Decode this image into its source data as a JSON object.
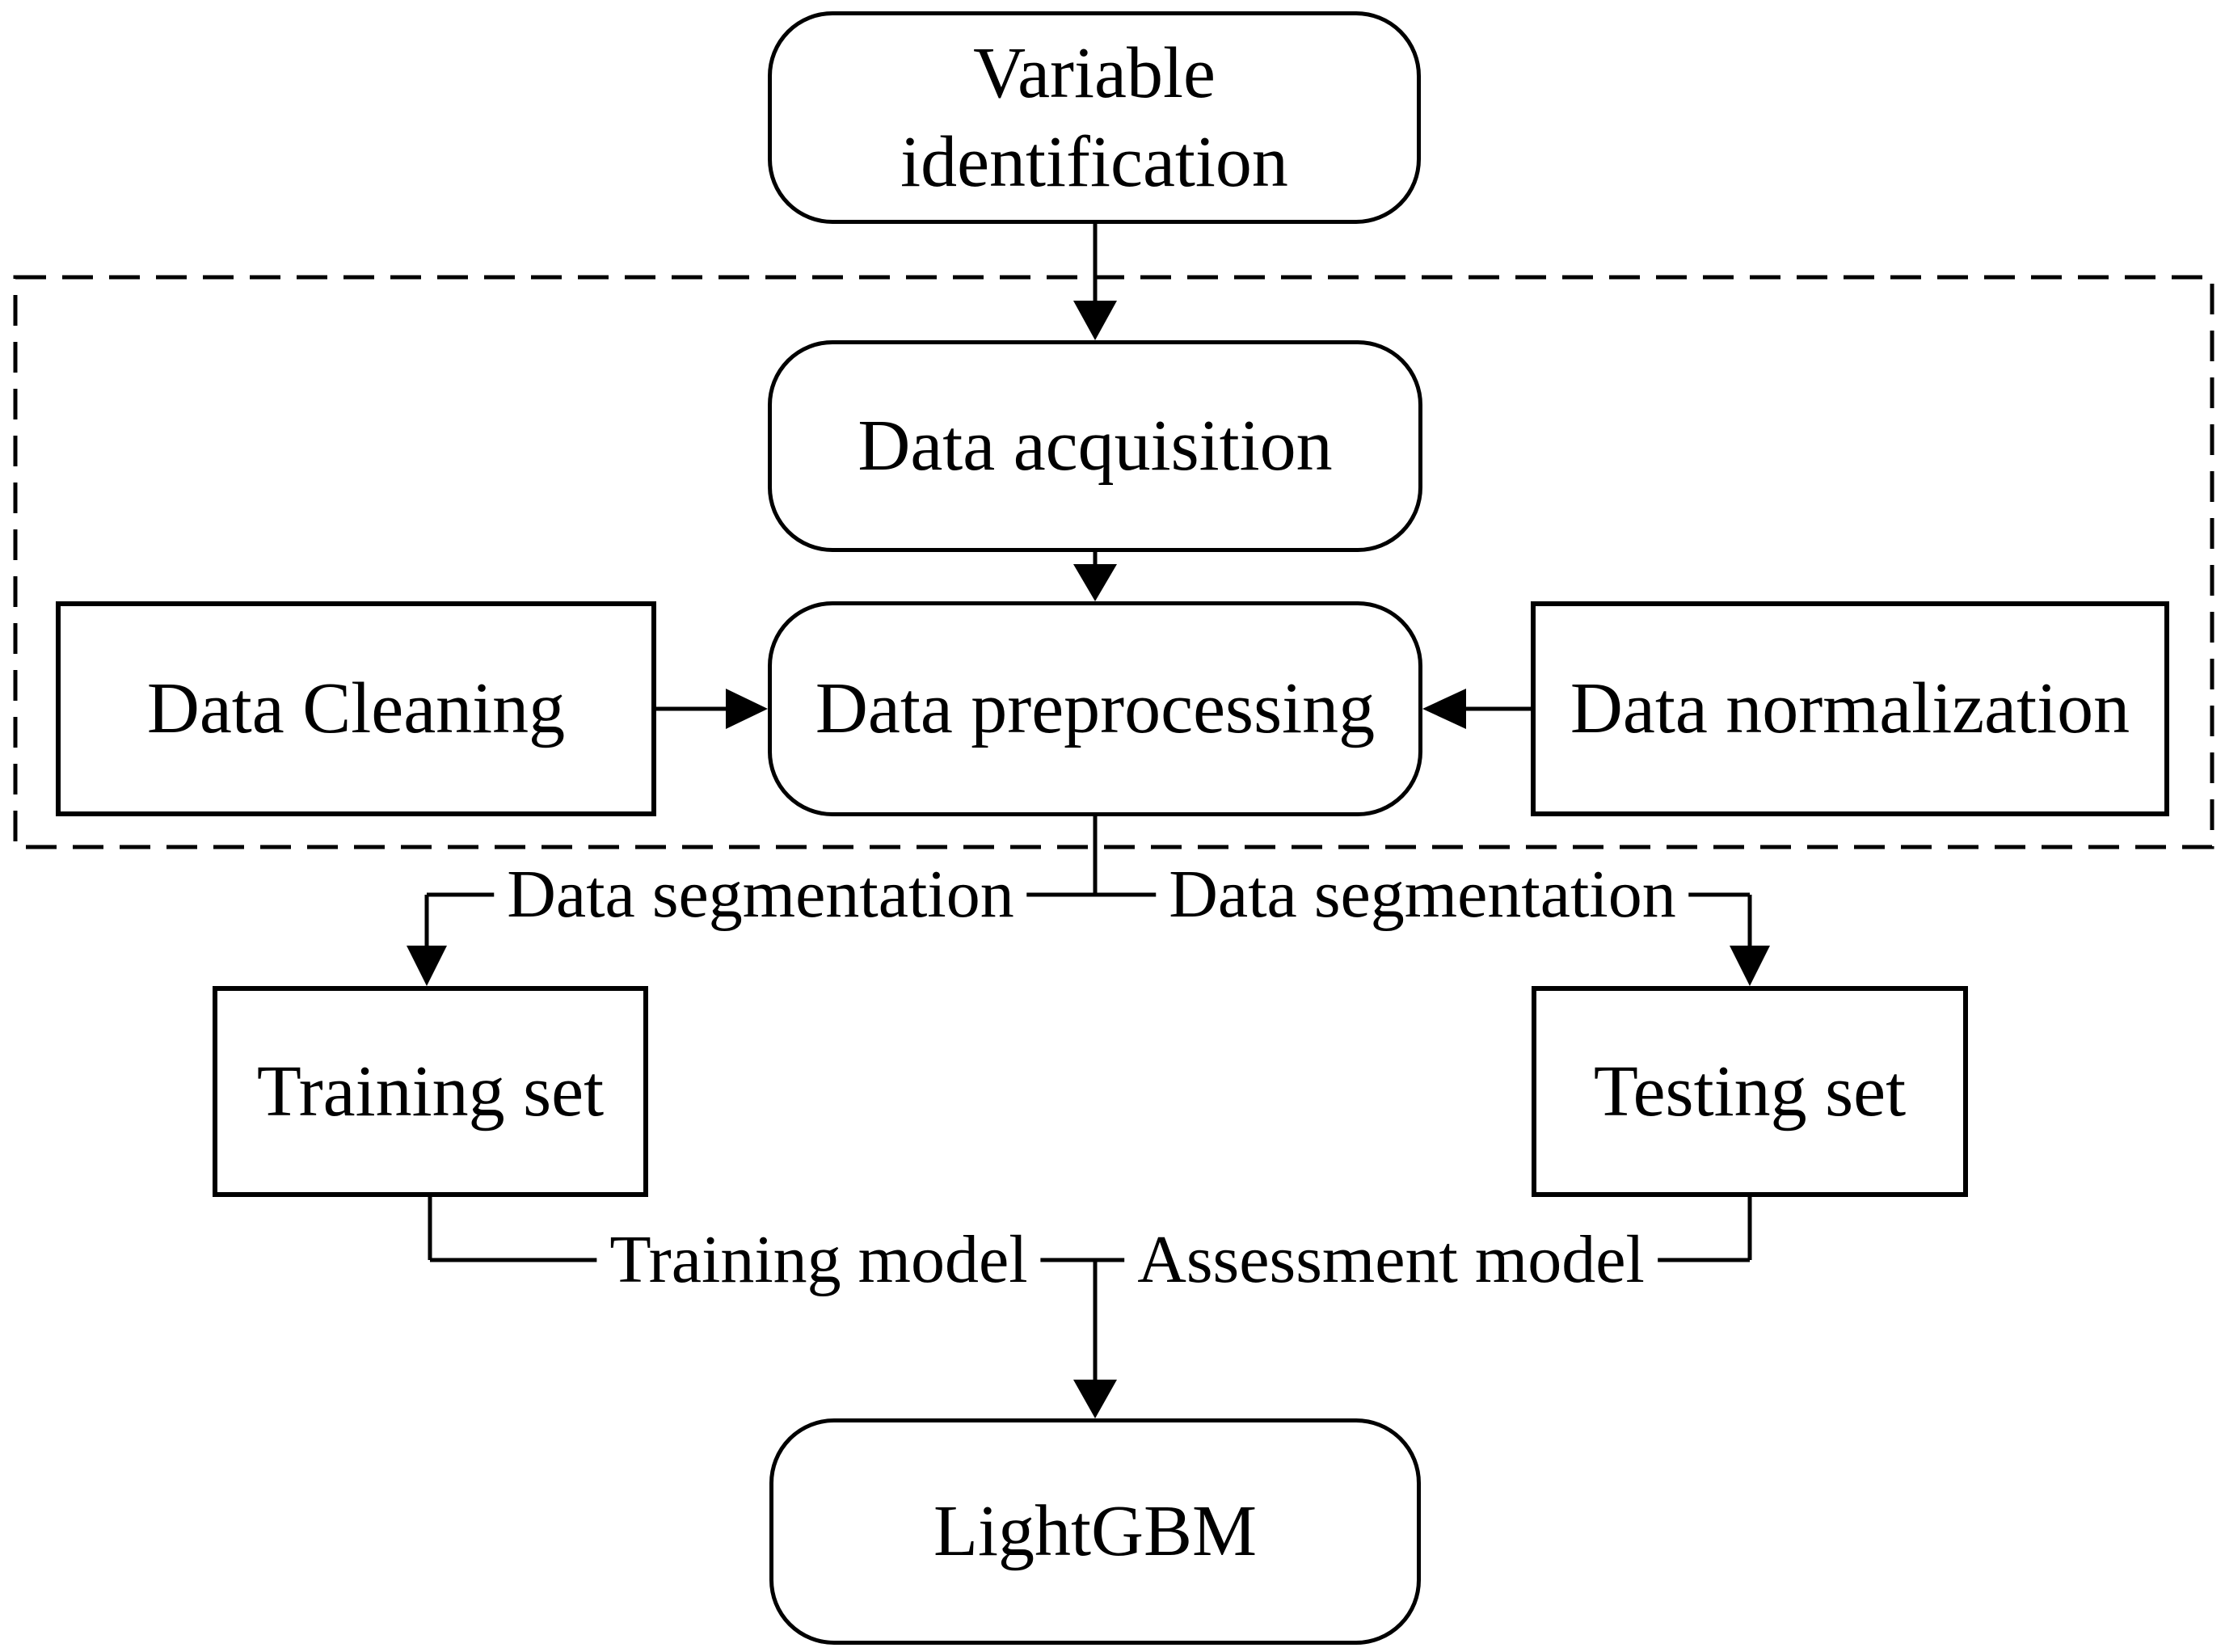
{
  "diagram": {
    "nodes": {
      "variable_identification": "Variable identification",
      "data_acquisition": "Data acquisition",
      "data_cleaning": "Data Cleaning",
      "data_preprocessing": "Data preprocessing",
      "data_normalization": "Data normalization",
      "training_set": "Training set",
      "testing_set": "Testing set",
      "lightgbm": "LightGBM"
    },
    "edge_labels": {
      "segmentation_left": "Data segmentation",
      "segmentation_right": "Data segmentation",
      "training_model": "Training model",
      "assessment_model": "Assessment model"
    },
    "colors": {
      "stroke": "#000000",
      "background": "#ffffff"
    }
  }
}
